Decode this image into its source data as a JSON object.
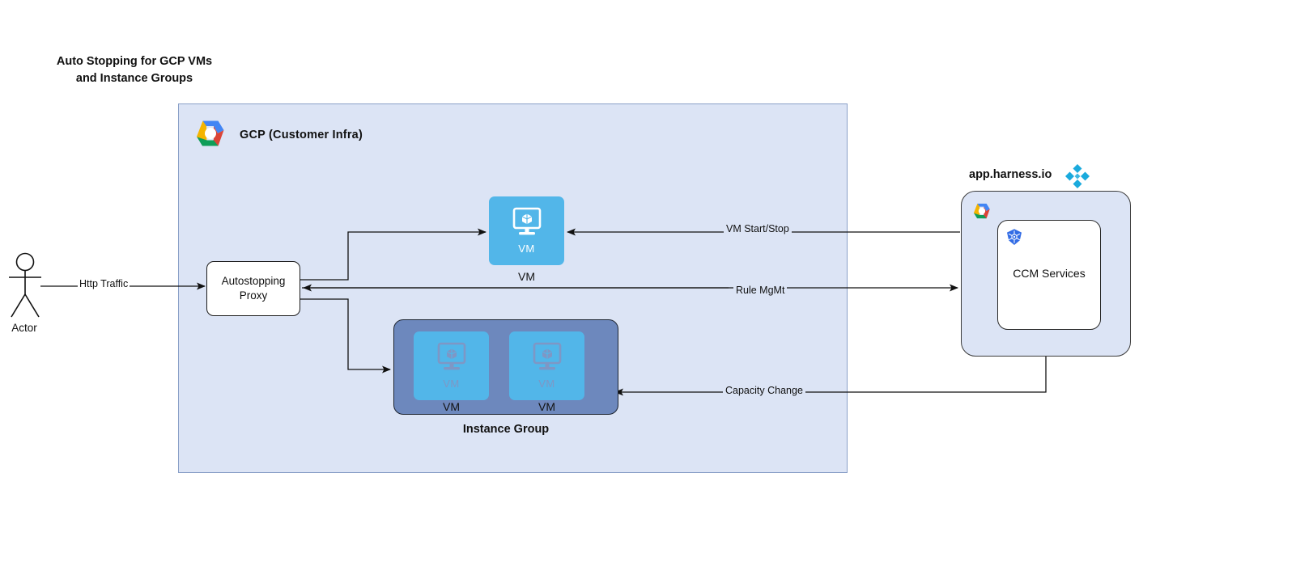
{
  "title": "Auto Stopping for GCP VMs\nand Instance Groups",
  "gcp": {
    "label": "GCP (Customer Infra)",
    "logo_icon": "google-cloud-logo-icon",
    "fill": "#dce4f5",
    "border": "#8aa0c8"
  },
  "actor": {
    "label": "Actor",
    "icon": "actor-stick-figure-icon"
  },
  "proxy": {
    "label": "Autostopping\nProxy"
  },
  "vm": {
    "tile_text": "VM",
    "caption": "VM",
    "icon": "vm-monitor-cube-icon",
    "fill": "#52b6e9"
  },
  "instance_group": {
    "caption": "Instance Group",
    "fill": "#6d88bd",
    "vms": [
      {
        "tile_text": "VM",
        "caption": "VM",
        "icon": "vm-monitor-cube-icon"
      },
      {
        "tile_text": "VM",
        "caption": "VM",
        "icon": "vm-monitor-cube-icon"
      }
    ]
  },
  "harness": {
    "title": "app.harness.io",
    "logo_icon": "harness-diamond-logo-icon",
    "logo_color": "#1aaadd",
    "gcp_badge_icon": "google-cloud-logo-icon",
    "ccm": {
      "label": "CCM Services",
      "icon": "kubernetes-icon",
      "icon_color": "#326ce5"
    }
  },
  "edges": [
    {
      "name": "http-traffic",
      "label": "Http Traffic",
      "from": "actor",
      "to": "autostopping-proxy"
    },
    {
      "name": "vm-start-stop",
      "label": "VM Start/Stop",
      "from": "ccm-services",
      "to": "vm"
    },
    {
      "name": "rule-mgmt",
      "label": "Rule MgMt",
      "from": "autostopping-proxy",
      "to": "ccm-services"
    },
    {
      "name": "capacity-change",
      "label": "Capacity Change",
      "from": "ccm-services",
      "to": "instance-group"
    },
    {
      "name": "proxy-to-vm",
      "label": "",
      "from": "autostopping-proxy",
      "to": "vm"
    },
    {
      "name": "proxy-to-instance-group",
      "label": "",
      "from": "autostopping-proxy",
      "to": "instance-group"
    }
  ]
}
